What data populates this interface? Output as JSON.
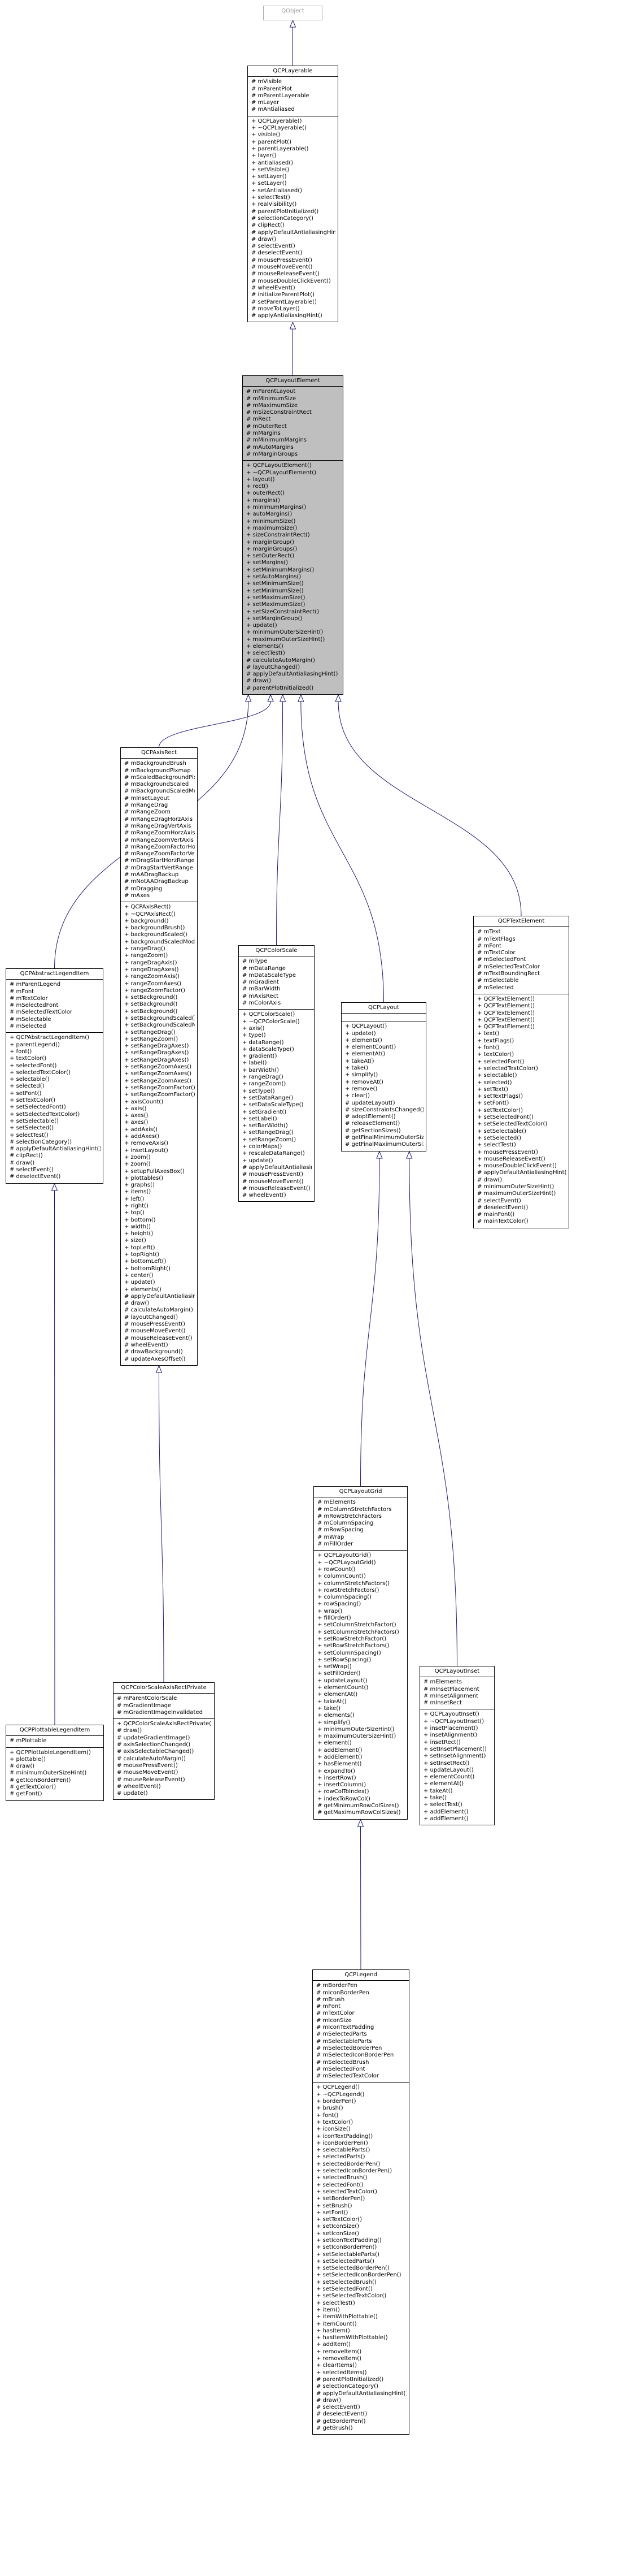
{
  "classes": [
    {
      "id": "QCPObject",
      "name": "QObject",
      "external": true,
      "attributes": [],
      "methods": []
    },
    {
      "id": "QCPLayerable",
      "name": "QCPLayerable",
      "attributes": [
        "# mVisible",
        "# mParentPlot",
        "# mParentLayerable",
        "# mLayer",
        "# mAntialiased"
      ],
      "methods": [
        "+ QCPLayerable()",
        "+ ~QCPLayerable()",
        "+ visible()",
        "+ parentPlot()",
        "+ parentLayerable()",
        "+ layer()",
        "+ antialiased()",
        "+ setVisible()",
        "+ setLayer()",
        "+ setLayer()",
        "+ setAntialiased()",
        "+ selectTest()",
        "+ realVisibility()",
        "# parentPlotInitialized()",
        "# selectionCategory()",
        "# clipRect()",
        "# applyDefaultAntialiasingHint()",
        "# draw()",
        "# selectEvent()",
        "# deselectEvent()",
        "# mousePressEvent()",
        "# mouseMoveEvent()",
        "# mouseReleaseEvent()",
        "# mouseDoubleClickEvent()",
        "# wheelEvent()",
        "# initializeParentPlot()",
        "# setParentLayerable()",
        "# moveToLayer()",
        "# applyAntialiasingHint()"
      ]
    },
    {
      "id": "QCPLayoutElement",
      "name": "QCPLayoutElement",
      "focus": true,
      "attributes": [
        "# mParentLayout",
        "# mMinimumSize",
        "# mMaximumSize",
        "# mSizeConstraintRect",
        "# mRect",
        "# mOuterRect",
        "# mMargins",
        "# mMinimumMargins",
        "# mAutoMargins",
        "# mMarginGroups"
      ],
      "methods": [
        "+ QCPLayoutElement()",
        "+ ~QCPLayoutElement()",
        "+ layout()",
        "+ rect()",
        "+ outerRect()",
        "+ margins()",
        "+ minimumMargins()",
        "+ autoMargins()",
        "+ minimumSize()",
        "+ maximumSize()",
        "+ sizeConstraintRect()",
        "+ marginGroup()",
        "+ marginGroups()",
        "+ setOuterRect()",
        "+ setMargins()",
        "+ setMinimumMargins()",
        "+ setAutoMargins()",
        "+ setMinimumSize()",
        "+ setMinimumSize()",
        "+ setMaximumSize()",
        "+ setMaximumSize()",
        "+ setSizeConstraintRect()",
        "+ setMarginGroup()",
        "+ update()",
        "+ minimumOuterSizeHint()",
        "+ maximumOuterSizeHint()",
        "+ elements()",
        "+ selectTest()",
        "# calculateAutoMargin()",
        "# layoutChanged()",
        "# applyDefaultAntialiasingHint()",
        "# draw()",
        "# parentPlotInitialized()"
      ]
    },
    {
      "id": "QCPAxisRect",
      "name": "QCPAxisRect",
      "attributes": [
        "# mBackgroundBrush",
        "# mBackgroundPixmap",
        "# mScaledBackgroundPixmap",
        "# mBackgroundScaled",
        "# mBackgroundScaledMode",
        "# mInsetLayout",
        "# mRangeDrag",
        "# mRangeZoom",
        "# mRangeDragHorzAxis",
        "# mRangeDragVertAxis",
        "# mRangeZoomHorzAxis",
        "# mRangeZoomVertAxis",
        "# mRangeZoomFactorHorz",
        "# mRangeZoomFactorVert",
        "# mDragStartHorzRange",
        "# mDragStartVertRange",
        "# mAADragBackup",
        "# mNotAADragBackup",
        "# mDragging",
        "# mAxes"
      ],
      "methods": [
        "+ QCPAxisRect()",
        "+ ~QCPAxisRect()",
        "+ background()",
        "+ backgroundBrush()",
        "+ backgroundScaled()",
        "+ backgroundScaledMode()",
        "+ rangeDrag()",
        "+ rangeZoom()",
        "+ rangeDragAxis()",
        "+ rangeDragAxes()",
        "+ rangeZoomAxis()",
        "+ rangeZoomAxes()",
        "+ rangeZoomFactor()",
        "+ setBackground()",
        "+ setBackground()",
        "+ setBackground()",
        "+ setBackgroundScaled()",
        "+ setBackgroundScaledMode()",
        "+ setRangeDrag()",
        "+ setRangeZoom()",
        "+ setRangeDragAxes()",
        "+ setRangeDragAxes()",
        "+ setRangeDragAxes()",
        "+ setRangeZoomAxes()",
        "+ setRangeZoomAxes()",
        "+ setRangeZoomAxes()",
        "+ setRangeZoomFactor()",
        "+ setRangeZoomFactor()",
        "+ axisCount()",
        "+ axis()",
        "+ axes()",
        "+ axes()",
        "+ addAxis()",
        "+ addAxes()",
        "+ removeAxis()",
        "+ insetLayout()",
        "+ zoom()",
        "+ zoom()",
        "+ setupFullAxesBox()",
        "+ plottables()",
        "+ graphs()",
        "+ items()",
        "+ left()",
        "+ right()",
        "+ top()",
        "+ bottom()",
        "+ width()",
        "+ height()",
        "+ size()",
        "+ topLeft()",
        "+ topRight()",
        "+ bottomLeft()",
        "+ bottomRight()",
        "+ center()",
        "+ update()",
        "+ elements()",
        "# applyDefaultAntialiasingHint()",
        "# draw()",
        "# calculateAutoMargin()",
        "# layoutChanged()",
        "# mousePressEvent()",
        "# mouseMoveEvent()",
        "# mouseReleaseEvent()",
        "# wheelEvent()",
        "# drawBackground()",
        "# updateAxesOffset()"
      ]
    },
    {
      "id": "QCPAbstractLegendItem",
      "name": "QCPAbstractLegendItem",
      "attributes": [
        "# mParentLegend",
        "# mFont",
        "# mTextColor",
        "# mSelectedFont",
        "# mSelectedTextColor",
        "# mSelectable",
        "# mSelected"
      ],
      "methods": [
        "+ QCPAbstractLegendItem()",
        "+ parentLegend()",
        "+ font()",
        "+ textColor()",
        "+ selectedFont()",
        "+ selectedTextColor()",
        "+ selectable()",
        "+ selected()",
        "+ setFont()",
        "+ setTextColor()",
        "+ setSelectedFont()",
        "+ setSelectedTextColor()",
        "+ setSelectable()",
        "+ setSelected()",
        "+ selectTest()",
        "# selectionCategory()",
        "# applyDefaultAntialiasingHint()",
        "# clipRect()",
        "# draw()",
        "# selectEvent()",
        "# deselectEvent()"
      ]
    },
    {
      "id": "QCPColorScale",
      "name": "QCPColorScale",
      "attributes": [
        "# mType",
        "# mDataRange",
        "# mDataScaleType",
        "# mGradient",
        "# mBarWidth",
        "# mAxisRect",
        "# mColorAxis"
      ],
      "methods": [
        "+ QCPColorScale()",
        "+ ~QCPColorScale()",
        "+ axis()",
        "+ type()",
        "+ dataRange()",
        "+ dataScaleType()",
        "+ gradient()",
        "+ label()",
        "+ barWidth()",
        "+ rangeDrag()",
        "+ rangeZoom()",
        "+ setType()",
        "+ setDataRange()",
        "+ setDataScaleType()",
        "+ setGradient()",
        "+ setLabel()",
        "+ setBarWidth()",
        "+ setRangeDrag()",
        "+ setRangeZoom()",
        "+ colorMaps()",
        "+ rescaleDataRange()",
        "+ update()",
        "# applyDefaultAntialiasingHint()",
        "# mousePressEvent()",
        "# mouseMoveEvent()",
        "# mouseReleaseEvent()",
        "# wheelEvent()"
      ]
    },
    {
      "id": "QCPLayout",
      "name": "QCPLayout",
      "attributes": [],
      "methods": [
        "+ QCPLayout()",
        "+ update()",
        "+ elements()",
        "+ elementCount()",
        "+ elementAt()",
        "+ takeAt()",
        "+ take()",
        "+ simplify()",
        "+ removeAt()",
        "+ remove()",
        "+ clear()",
        "# updateLayout()",
        "# sizeConstraintsChanged()",
        "# adoptElement()",
        "# releaseElement()",
        "# getSectionSizes()",
        "# getFinalMinimumOuterSize()",
        "# getFinalMaximumOuterSize()"
      ]
    },
    {
      "id": "QCPTextElement",
      "name": "QCPTextElement",
      "attributes": [
        "# mText",
        "# mTextFlags",
        "# mFont",
        "# mTextColor",
        "# mSelectedFont",
        "# mSelectedTextColor",
        "# mTextBoundingRect",
        "# mSelectable",
        "# mSelected"
      ],
      "methods": [
        "+ QCPTextElement()",
        "+ QCPTextElement()",
        "+ QCPTextElement()",
        "+ QCPTextElement()",
        "+ QCPTextElement()",
        "+ text()",
        "+ textFlags()",
        "+ font()",
        "+ textColor()",
        "+ selectedFont()",
        "+ selectedTextColor()",
        "+ selectable()",
        "+ selected()",
        "+ setText()",
        "+ setTextFlags()",
        "+ setFont()",
        "+ setTextColor()",
        "+ setSelectedFont()",
        "+ setSelectedTextColor()",
        "+ setSelectable()",
        "+ setSelected()",
        "+ selectTest()",
        "+ mousePressEvent()",
        "+ mouseReleaseEvent()",
        "+ mouseDoubleClickEvent()",
        "# applyDefaultAntialiasingHint()",
        "# draw()",
        "# minimumOuterSizeHint()",
        "# maximumOuterSizeHint()",
        "# selectEvent()",
        "# deselectEvent()",
        "# mainFont()",
        "# mainTextColor()"
      ]
    },
    {
      "id": "QCPLayoutGrid",
      "name": "QCPLayoutGrid",
      "attributes": [
        "# mElements",
        "# mColumnStretchFactors",
        "# mRowStretchFactors",
        "# mColumnSpacing",
        "# mRowSpacing",
        "# mWrap",
        "# mFillOrder"
      ],
      "methods": [
        "+ QCPLayoutGrid()",
        "+ ~QCPLayoutGrid()",
        "+ rowCount()",
        "+ columnCount()",
        "+ columnStretchFactors()",
        "+ rowStretchFactors()",
        "+ columnSpacing()",
        "+ rowSpacing()",
        "+ wrap()",
        "+ fillOrder()",
        "+ setColumnStretchFactor()",
        "+ setColumnStretchFactors()",
        "+ setRowStretchFactor()",
        "+ setRowStretchFactors()",
        "+ setColumnSpacing()",
        "+ setRowSpacing()",
        "+ setWrap()",
        "+ setFillOrder()",
        "+ updateLayout()",
        "+ elementCount()",
        "+ elementAt()",
        "+ takeAt()",
        "+ take()",
        "+ elements()",
        "+ simplify()",
        "+ minimumOuterSizeHint()",
        "+ maximumOuterSizeHint()",
        "+ element()",
        "+ addElement()",
        "+ addElement()",
        "+ hasElement()",
        "+ expandTo()",
        "+ insertRow()",
        "+ insertColumn()",
        "+ rowColToIndex()",
        "+ indexToRowCol()",
        "# getMinimumRowColSizes()",
        "# getMaximumRowColSizes()"
      ]
    },
    {
      "id": "QCPLayoutInset",
      "name": "QCPLayoutInset",
      "attributes": [
        "# mElements",
        "# mInsetPlacement",
        "# mInsetAlignment",
        "# mInsetRect"
      ],
      "methods": [
        "+ QCPLayoutInset()",
        "+ ~QCPLayoutInset()",
        "+ insetPlacement()",
        "+ insetAlignment()",
        "+ insetRect()",
        "+ setInsetPlacement()",
        "+ setInsetAlignment()",
        "+ setInsetRect()",
        "+ updateLayout()",
        "+ elementCount()",
        "+ elementAt()",
        "+ takeAt()",
        "+ take()",
        "+ selectTest()",
        "+ addElement()",
        "+ addElement()"
      ]
    },
    {
      "id": "QCPPlottableLegendItem",
      "name": "QCPPlottableLegendItem",
      "attributes": [
        "# mPlottable"
      ],
      "methods": [
        "+ QCPPlottableLegendItem()",
        "+ plottable()",
        "# draw()",
        "# minimumOuterSizeHint()",
        "# getIconBorderPen()",
        "# getTextColor()",
        "# getFont()"
      ]
    },
    {
      "id": "QCPColorScaleAxisRectPrivate",
      "name": "QCPColorScaleAxisRectPrivate",
      "attributes": [
        "# mParentColorScale",
        "# mGradientImage",
        "# mGradientImageInvalidated"
      ],
      "methods": [
        "+ QCPColorScaleAxisRectPrivate()",
        "# draw()",
        "# updateGradientImage()",
        "# axisSelectionChanged()",
        "# axisSelectableChanged()",
        "# calculateAutoMargin()",
        "# mousePressEvent()",
        "# mouseMoveEvent()",
        "# mouseReleaseEvent()",
        "# wheelEvent()",
        "# update()"
      ]
    },
    {
      "id": "QCPLegend",
      "name": "QCPLegend",
      "attributes": [
        "# mBorderPen",
        "# mIconBorderPen",
        "# mBrush",
        "# mFont",
        "# mTextColor",
        "# mIconSize",
        "# mIconTextPadding",
        "# mSelectedParts",
        "# mSelectableParts",
        "# mSelectedBorderPen",
        "# mSelectedIconBorderPen",
        "# mSelectedBrush",
        "# mSelectedFont",
        "# mSelectedTextColor"
      ],
      "methods": [
        "+ QCPLegend()",
        "+ ~QCPLegend()",
        "+ borderPen()",
        "+ brush()",
        "+ font()",
        "+ textColor()",
        "+ iconSize()",
        "+ iconTextPadding()",
        "+ iconBorderPen()",
        "+ selectableParts()",
        "+ selectedParts()",
        "+ selectedBorderPen()",
        "+ selectedIconBorderPen()",
        "+ selectedBrush()",
        "+ selectedFont()",
        "+ selectedTextColor()",
        "+ setBorderPen()",
        "+ setBrush()",
        "+ setFont()",
        "+ setTextColor()",
        "+ setIconSize()",
        "+ setIconSize()",
        "+ setIconTextPadding()",
        "+ setIconBorderPen()",
        "+ setSelectableParts()",
        "+ setSelectedParts()",
        "+ setSelectedBorderPen()",
        "+ setSelectedIconBorderPen()",
        "+ setSelectedBrush()",
        "+ setSelectedFont()",
        "+ setSelectedTextColor()",
        "+ selectTest()",
        "+ item()",
        "+ itemWithPlottable()",
        "+ itemCount()",
        "+ hasItem()",
        "+ hasItemWithPlottable()",
        "+ addItem()",
        "+ removeItem()",
        "+ removeItem()",
        "+ clearItems()",
        "+ selectedItems()",
        "# parentPlotInitialized()",
        "# selectionCategory()",
        "# applyDefaultAntialiasingHint()",
        "# draw()",
        "# selectEvent()",
        "# deselectEvent()",
        "# getBorderPen()",
        "# getBrush()"
      ]
    }
  ],
  "inheritance": [
    {
      "child": "QCPLayerable",
      "parent": "QCPObject"
    },
    {
      "child": "QCPLayoutElement",
      "parent": "QCPLayerable"
    },
    {
      "child": "QCPAxisRect",
      "parent": "QCPLayoutElement"
    },
    {
      "child": "QCPAbstractLegendItem",
      "parent": "QCPLayoutElement"
    },
    {
      "child": "QCPColorScale",
      "parent": "QCPLayoutElement"
    },
    {
      "child": "QCPLayout",
      "parent": "QCPLayoutElement"
    },
    {
      "child": "QCPTextElement",
      "parent": "QCPLayoutElement"
    },
    {
      "child": "QCPLayoutGrid",
      "parent": "QCPLayout"
    },
    {
      "child": "QCPLayoutInset",
      "parent": "QCPLayout"
    },
    {
      "child": "QCPPlottableLegendItem",
      "parent": "QCPAbstractLegendItem"
    },
    {
      "child": "QCPColorScaleAxisRectPrivate",
      "parent": "QCPAxisRect"
    },
    {
      "child": "QCPLegend",
      "parent": "QCPLayoutGrid"
    }
  ],
  "colors": {
    "edge": "#191970",
    "focus_fill": "#bfbfbf",
    "external_text": "#999999"
  }
}
